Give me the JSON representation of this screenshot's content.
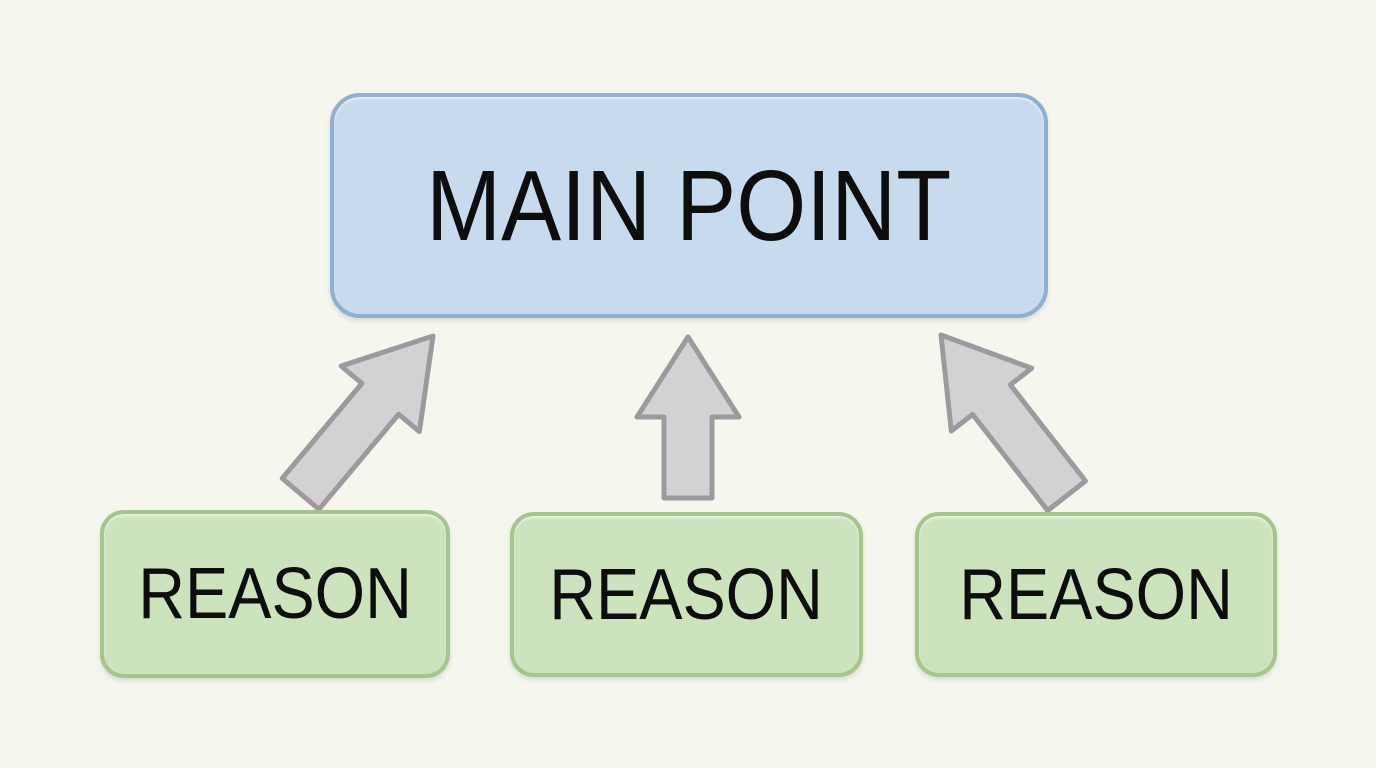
{
  "diagram": {
    "type": "argument-map",
    "main_point": {
      "label": "MAIN POINT"
    },
    "reasons": [
      {
        "label": "REASON"
      },
      {
        "label": "REASON"
      },
      {
        "label": "REASON"
      }
    ],
    "arrows": [
      {
        "name": "arrow-up-right",
        "from": "reason-1",
        "to": "main-point"
      },
      {
        "name": "arrow-up",
        "from": "reason-2",
        "to": "main-point"
      },
      {
        "name": "arrow-up-left",
        "from": "reason-3",
        "to": "main-point"
      }
    ]
  },
  "colors": {
    "background": "#f5f7ee",
    "main_fill": "#c7daee",
    "main_border": "#8fb0d1",
    "reason_fill": "#cde3bd",
    "reason_border": "#a6c48e",
    "arrow_fill": "#d3d1d4",
    "arrow_stroke": "#9c9a9c",
    "text": "#0d0d0d"
  }
}
